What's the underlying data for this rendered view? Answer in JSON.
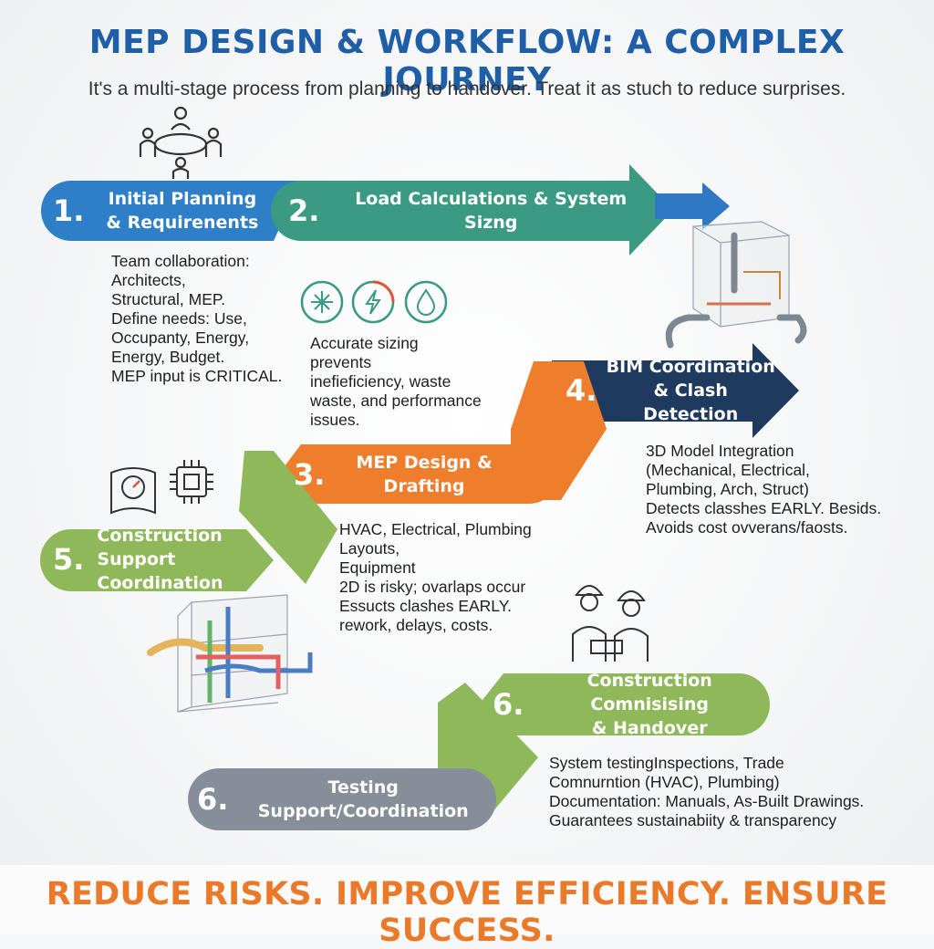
{
  "title": "MEP DESIGN & WORKFLOW: A COMPLEX JOURNEY",
  "subtitle": "It's a multi-stage process from planning to handover. Treat it as stuch to reduce surprises.",
  "footer": "REDUCE RISKS. IMPROVE EFFICIENCY. ENSURE SUCCESS.",
  "colors": {
    "title": "#1f5fa8",
    "blue": "#2e7fc8",
    "teal": "#3a9a82",
    "orange": "#ee7d2c",
    "navy": "#1e3a5f",
    "green": "#8fb85a",
    "grey": "#858e99",
    "footer": "#ea7a2a"
  },
  "stages": [
    {
      "num": "1.",
      "label": "Initial Planning\n& Requirenents",
      "desc": "Team collaboration:\nArchitects,\nStructural, MEP.\nDefine needs: Use,\nOccupanty, Energy,\nEnergy, Budget.\nMEP input is CRITICAL."
    },
    {
      "num": "2.",
      "label": "Load Calculations & System Sizng",
      "desc": "Accurate sizing\nprevents\ninefieficiency, waste\nwaste, and performance\nissues."
    },
    {
      "num": "3.",
      "label": "MEP Design &\nDrafting",
      "desc": "HVAC, Electrical, Plumbing\nLayouts,\nEquipment\n2D is risky; ovarlaps occur\nEssucts clashes EARLY.\nrework, delays, costs."
    },
    {
      "num": "4.",
      "label": "BIM Coordination\n& Clash Detection",
      "desc": "3D Model Integration\n(Mechanical, Electrical,\nPlumbing, Arch, Struct)\nDetects classhes EARLY. Besids.\nAvoids cost ovverans/faosts."
    },
    {
      "num": "5.",
      "label": "Construction Support\nCoordination",
      "desc": ""
    },
    {
      "num": "6.",
      "label": "Construction Comnisising\n& Handover",
      "desc": "System testingInspections, Trade\nComnurntion (HVAC), Plumbing)\nDocumentation: Manuals, As-Built Drawings.\nGuarantees sustainabiity & transparency"
    },
    {
      "num": "6.",
      "label": "Testing Support/Coordination",
      "desc": ""
    }
  ],
  "icons": [
    "team-meeting-icon",
    "hvac-fan-icon",
    "electric-bolt-icon",
    "water-drop-icon",
    "pipe-model-icon",
    "blueprint-gauge-icon",
    "chip-icon",
    "building-model-icon",
    "workers-icon"
  ]
}
